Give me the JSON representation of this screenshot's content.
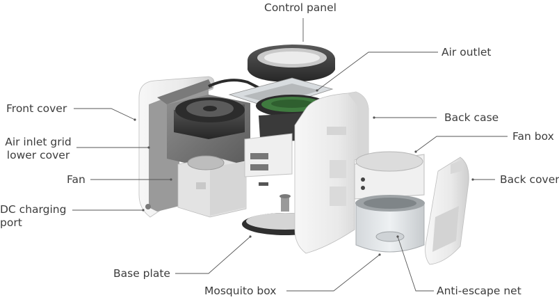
{
  "diagram": {
    "labels": {
      "control_panel": "Control panel",
      "air_outlet": "Air outlet",
      "front_cover": "Front cover",
      "back_case": "Back case",
      "fan_box": "Fan box",
      "air_inlet_line1": "Air inlet grid",
      "air_inlet_line2": "lower cover",
      "fan": "Fan",
      "back_cover": "Back cover",
      "dc_line1": "DC charging",
      "dc_line2": "port",
      "base_plate": "Base plate",
      "mosquito_box": "Mosquito box",
      "anti_escape_net": "Anti-escape net"
    },
    "colors": {
      "shell_white": "#ececec",
      "shell_shadow": "#c9c9c9",
      "dark_part": "#3b3b3b",
      "pcb_green": "#3f7a3f",
      "translucent": "#dfe3e6",
      "leader": "#555555"
    }
  }
}
